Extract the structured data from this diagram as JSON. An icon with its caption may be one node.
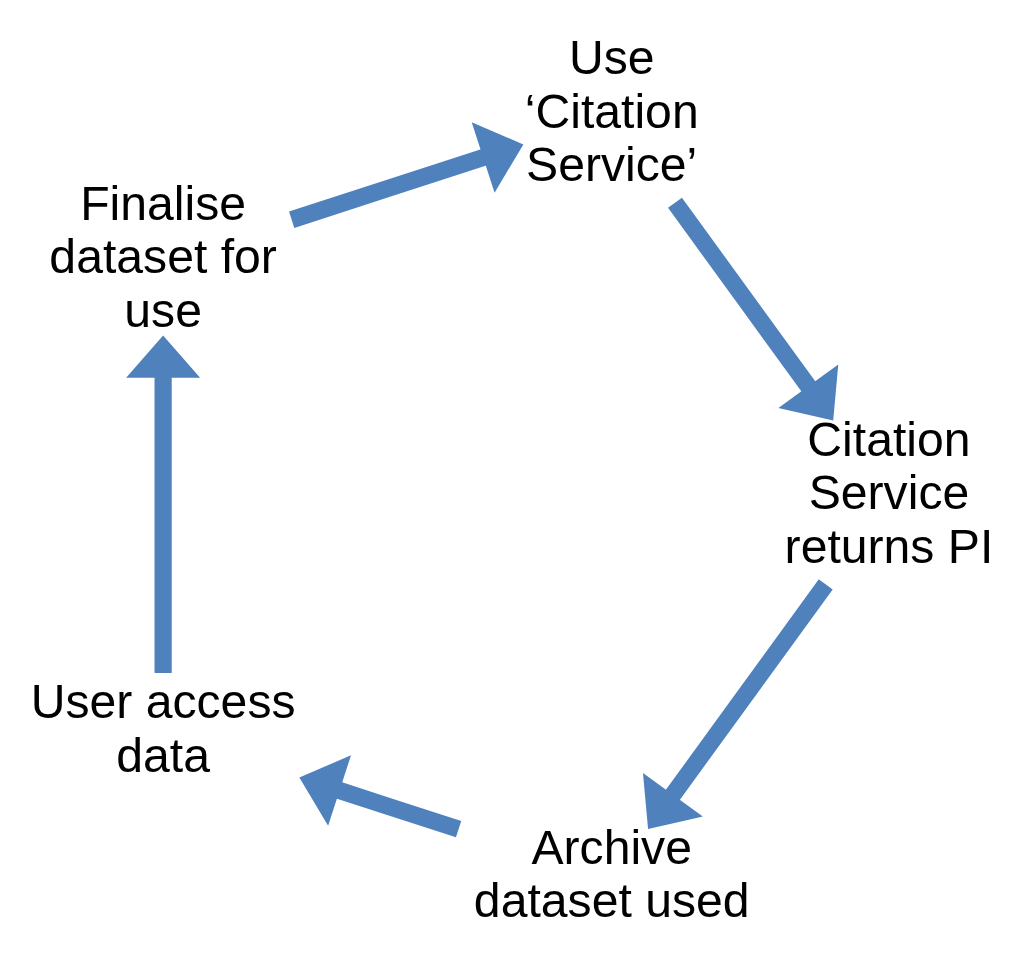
{
  "diagram": {
    "nodes": [
      {
        "text": [
          "Archive dataset used"
        ]
      },
      {
        "text": [
          "User access data"
        ]
      },
      {
        "text": [
          "Finalise dataset for use"
        ]
      },
      {
        "text": [
          "Use ‘Citation Service’"
        ]
      },
      {
        "text": [
          "Citation Service returns PI"
        ]
      }
    ],
    "edges": [
      {
        "from": 0,
        "to": 1,
        "arrow": "to"
      },
      {
        "from": 1,
        "to": 2,
        "arrow": "to"
      },
      {
        "from": 2,
        "to": 3,
        "arrow": "to"
      },
      {
        "from": 3,
        "to": 4,
        "arrow": "to"
      },
      {
        "from": 4,
        "to": 0,
        "arrow": "to"
      }
    ]
  }
}
